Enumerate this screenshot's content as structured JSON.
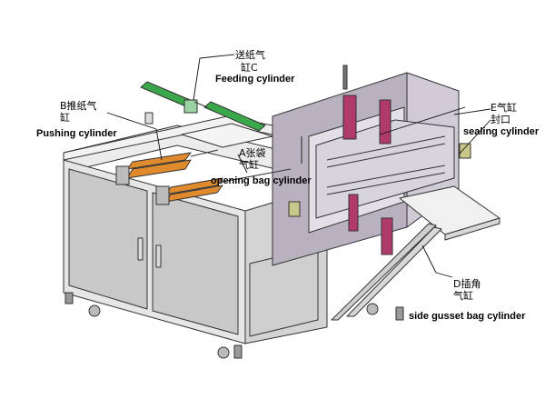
{
  "labels": {
    "feeding_cn_1": "送纸气",
    "feeding_cn_2": "缸C",
    "feeding_en": "Feeding cylinder",
    "pushing_cn_1": "B推纸气",
    "pushing_cn_2": "缸",
    "pushing_en": "Pushing cylinder",
    "opening_cn_1": "A张袋",
    "opening_cn_2": "气缸",
    "opening_en": "opening bag cylinder",
    "sealing_cn_1": "E气缸",
    "sealing_cn_2": "封口",
    "sealing_en": "sealing cylinder",
    "gusset_cn_1": "D插角",
    "gusset_cn_2": "气缸",
    "gusset_en": "side gusset bag cylinder"
  },
  "colors": {
    "feeding_cylinder": "#3aa84a",
    "pushing_cylinder": "#e08a2e",
    "opening_cylinder": "#e08a2e",
    "sealing_cylinder": "#b03a6a",
    "frame_panel": "#b8b2c0",
    "cabinet_door": "#c8c8c8",
    "outline": "#333333"
  }
}
